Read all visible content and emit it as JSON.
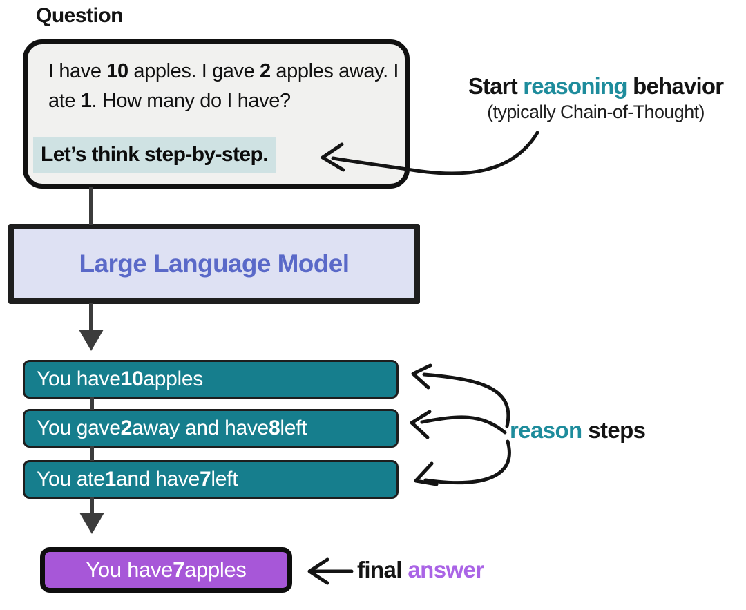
{
  "question": {
    "label": "Question",
    "parts": [
      "I have ",
      "10",
      " apples. I gave ",
      "2",
      " apples away. I ate ",
      "1",
      ". How many do I have?"
    ],
    "highlight": "Let’s think step-by-step."
  },
  "annotations": {
    "start_reasoning": {
      "parts": [
        "Start ",
        "reasoning",
        " behavior"
      ],
      "subtitle": "(typically Chain-of-Thought)"
    },
    "reason_steps": {
      "parts": [
        "reason",
        " steps"
      ]
    },
    "final_answer": {
      "parts": [
        "final ",
        "answer"
      ]
    }
  },
  "llm": {
    "label": "Large Language Model"
  },
  "steps": [
    {
      "parts": [
        "You have ",
        "10",
        " apples"
      ]
    },
    {
      "parts": [
        "You gave ",
        "2",
        " away and have ",
        "8",
        " left"
      ]
    },
    {
      "parts": [
        "You ate ",
        "1",
        " and have ",
        "7",
        " left"
      ]
    }
  ],
  "final": {
    "parts": [
      "You have ",
      "7",
      " apples"
    ]
  },
  "colors": {
    "step_box_teal": "#167E8D",
    "teal_keyword_text": "#1E8C9C",
    "final_box_purple": "#A757D8",
    "answer_keyword_text": "#AA64E6",
    "llm_text": "#5A69C8",
    "llm_background": "#DEE1F3",
    "question_background": "#F1F1EF",
    "highlight_background": "#CFE2E3",
    "flow_arrow_gray": "#3C3C3C",
    "freehand_ink": "#141414"
  }
}
